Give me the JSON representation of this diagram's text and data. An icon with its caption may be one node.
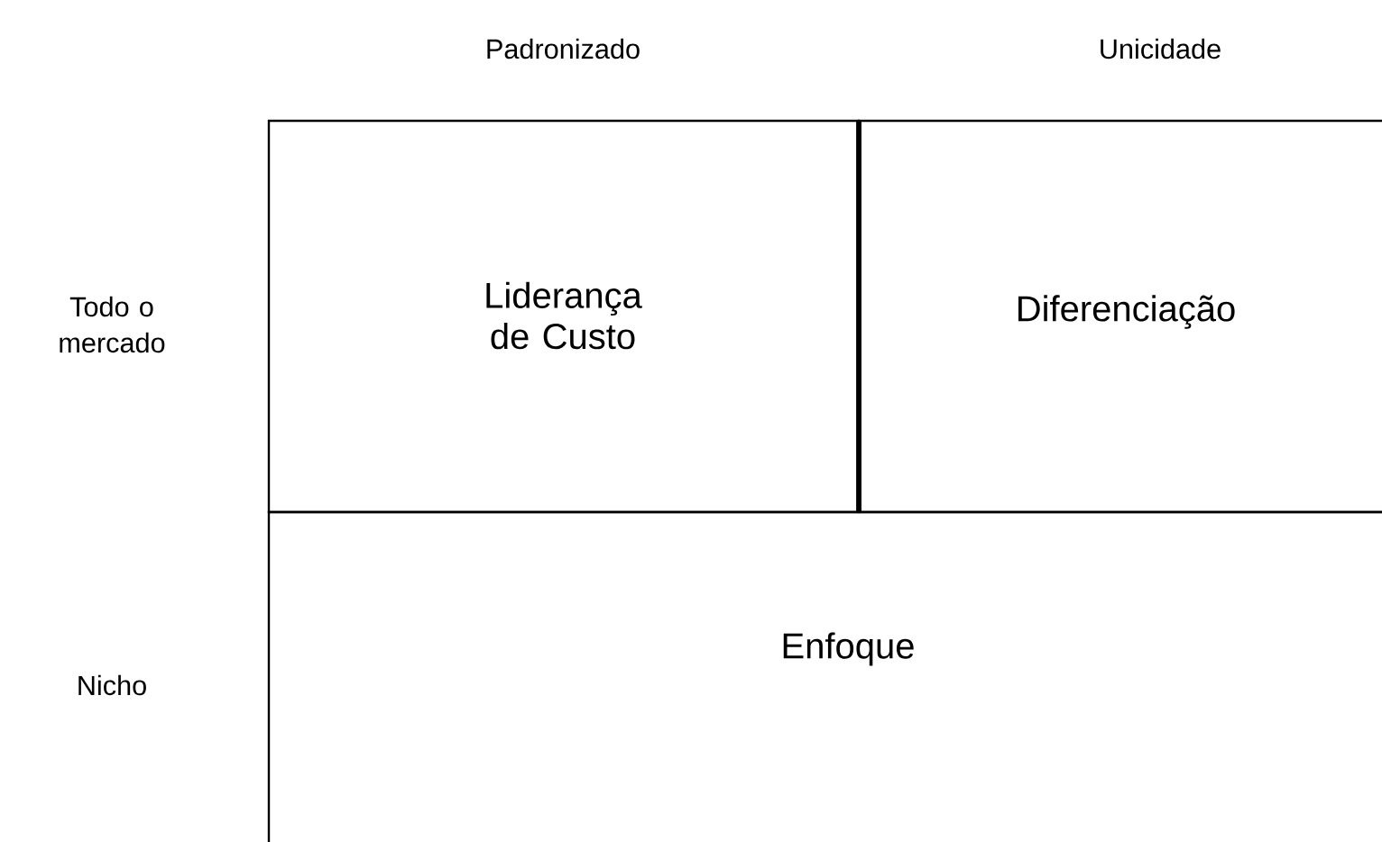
{
  "diagram": {
    "nodes": [
      {
        "text": [
          "Liderança de Custo"
        ]
      },
      {
        "text": [
          "Diferenciação"
        ]
      },
      {
        "text": [
          "Enfoque"
        ]
      }
    ],
    "labels": [
      "Padronizado",
      "Unicidade",
      "Todo o mercado",
      "Nicho"
    ]
  }
}
